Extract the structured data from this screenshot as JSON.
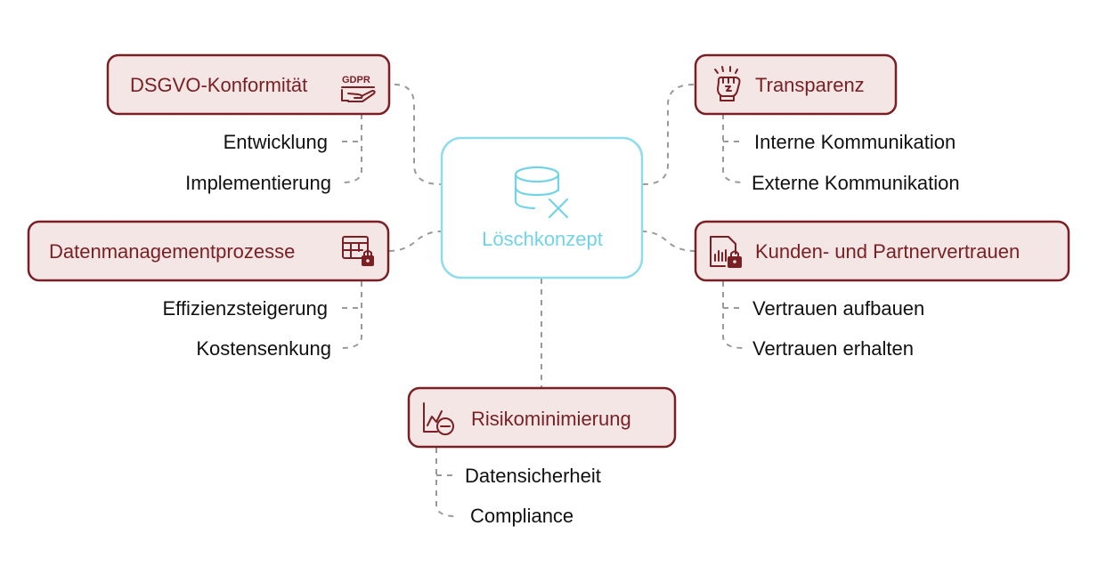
{
  "center": {
    "label": "Löschkonzept",
    "icon": "database-delete-icon"
  },
  "branches": {
    "dsgvo": {
      "label": "DSGVO-Konformität",
      "icon": "gdpr-hand-icon",
      "icon_text": "GDPR",
      "children": [
        "Entwicklung",
        "Implementierung"
      ]
    },
    "daten": {
      "label": "Datenmanagementprozesse",
      "icon": "table-lock-icon",
      "children": [
        "Effizienzsteigerung",
        "Kostensenkung"
      ]
    },
    "risiko": {
      "label": "Risikominimierung",
      "icon": "chart-minus-icon",
      "children": [
        "Datensicherheit",
        "Compliance"
      ]
    },
    "transparenz": {
      "label": "Transparenz",
      "icon": "fist-icon",
      "children": [
        "Interne Kommunikation",
        "Externe Kommunikation"
      ]
    },
    "kunden": {
      "label": "Kunden- und Partnervertrauen",
      "icon": "document-chart-lock-icon",
      "children": [
        "Vertrauen aufbauen",
        "Vertrauen erhalten"
      ]
    }
  },
  "colors": {
    "node_fill": "#f5e6e6",
    "node_border": "#7a1f24",
    "node_text": "#7a1f24",
    "center_border": "#8fdcec",
    "center_text": "#73d3e6",
    "connector": "#9a9a9a"
  }
}
